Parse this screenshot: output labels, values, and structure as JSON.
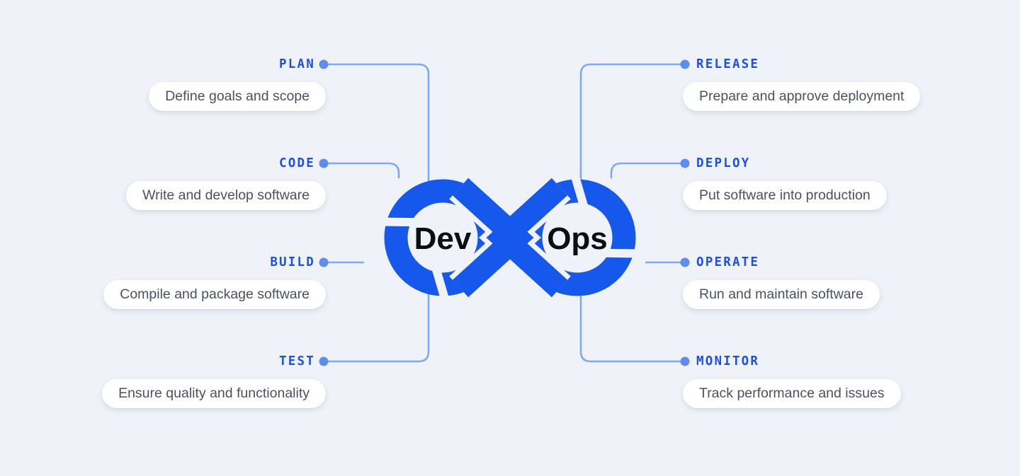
{
  "theme": {
    "background": "#EFF2F8",
    "label_blue": "#1B4FF0",
    "logo_blue": "#1658EC",
    "connector_line": "#7FA9F4",
    "connector_dot": "#5E8DF0",
    "pill_bg": "#FFFFFF",
    "pill_text": "#4A5160",
    "logo_text": "#0C0E13"
  },
  "logo": {
    "left_text": "Dev",
    "right_text": "Ops"
  },
  "stages": [
    {
      "id": "plan",
      "side": "left",
      "label": "PLAN",
      "description": "Define goals and scope"
    },
    {
      "id": "code",
      "side": "left",
      "label": "CODE",
      "description": "Write and develop software"
    },
    {
      "id": "build",
      "side": "left",
      "label": "BUILD",
      "description": "Compile and package software"
    },
    {
      "id": "test",
      "side": "left",
      "label": "TEST",
      "description": "Ensure quality and functionality"
    },
    {
      "id": "release",
      "side": "right",
      "label": "RELEASE",
      "description": "Prepare and approve deployment"
    },
    {
      "id": "deploy",
      "side": "right",
      "label": "DEPLOY",
      "description": "Put software into production"
    },
    {
      "id": "operate",
      "side": "right",
      "label": "OPERATE",
      "description": "Run and maintain software"
    },
    {
      "id": "monitor",
      "side": "right",
      "label": "MONITOR",
      "description": "Track performance and issues"
    }
  ]
}
